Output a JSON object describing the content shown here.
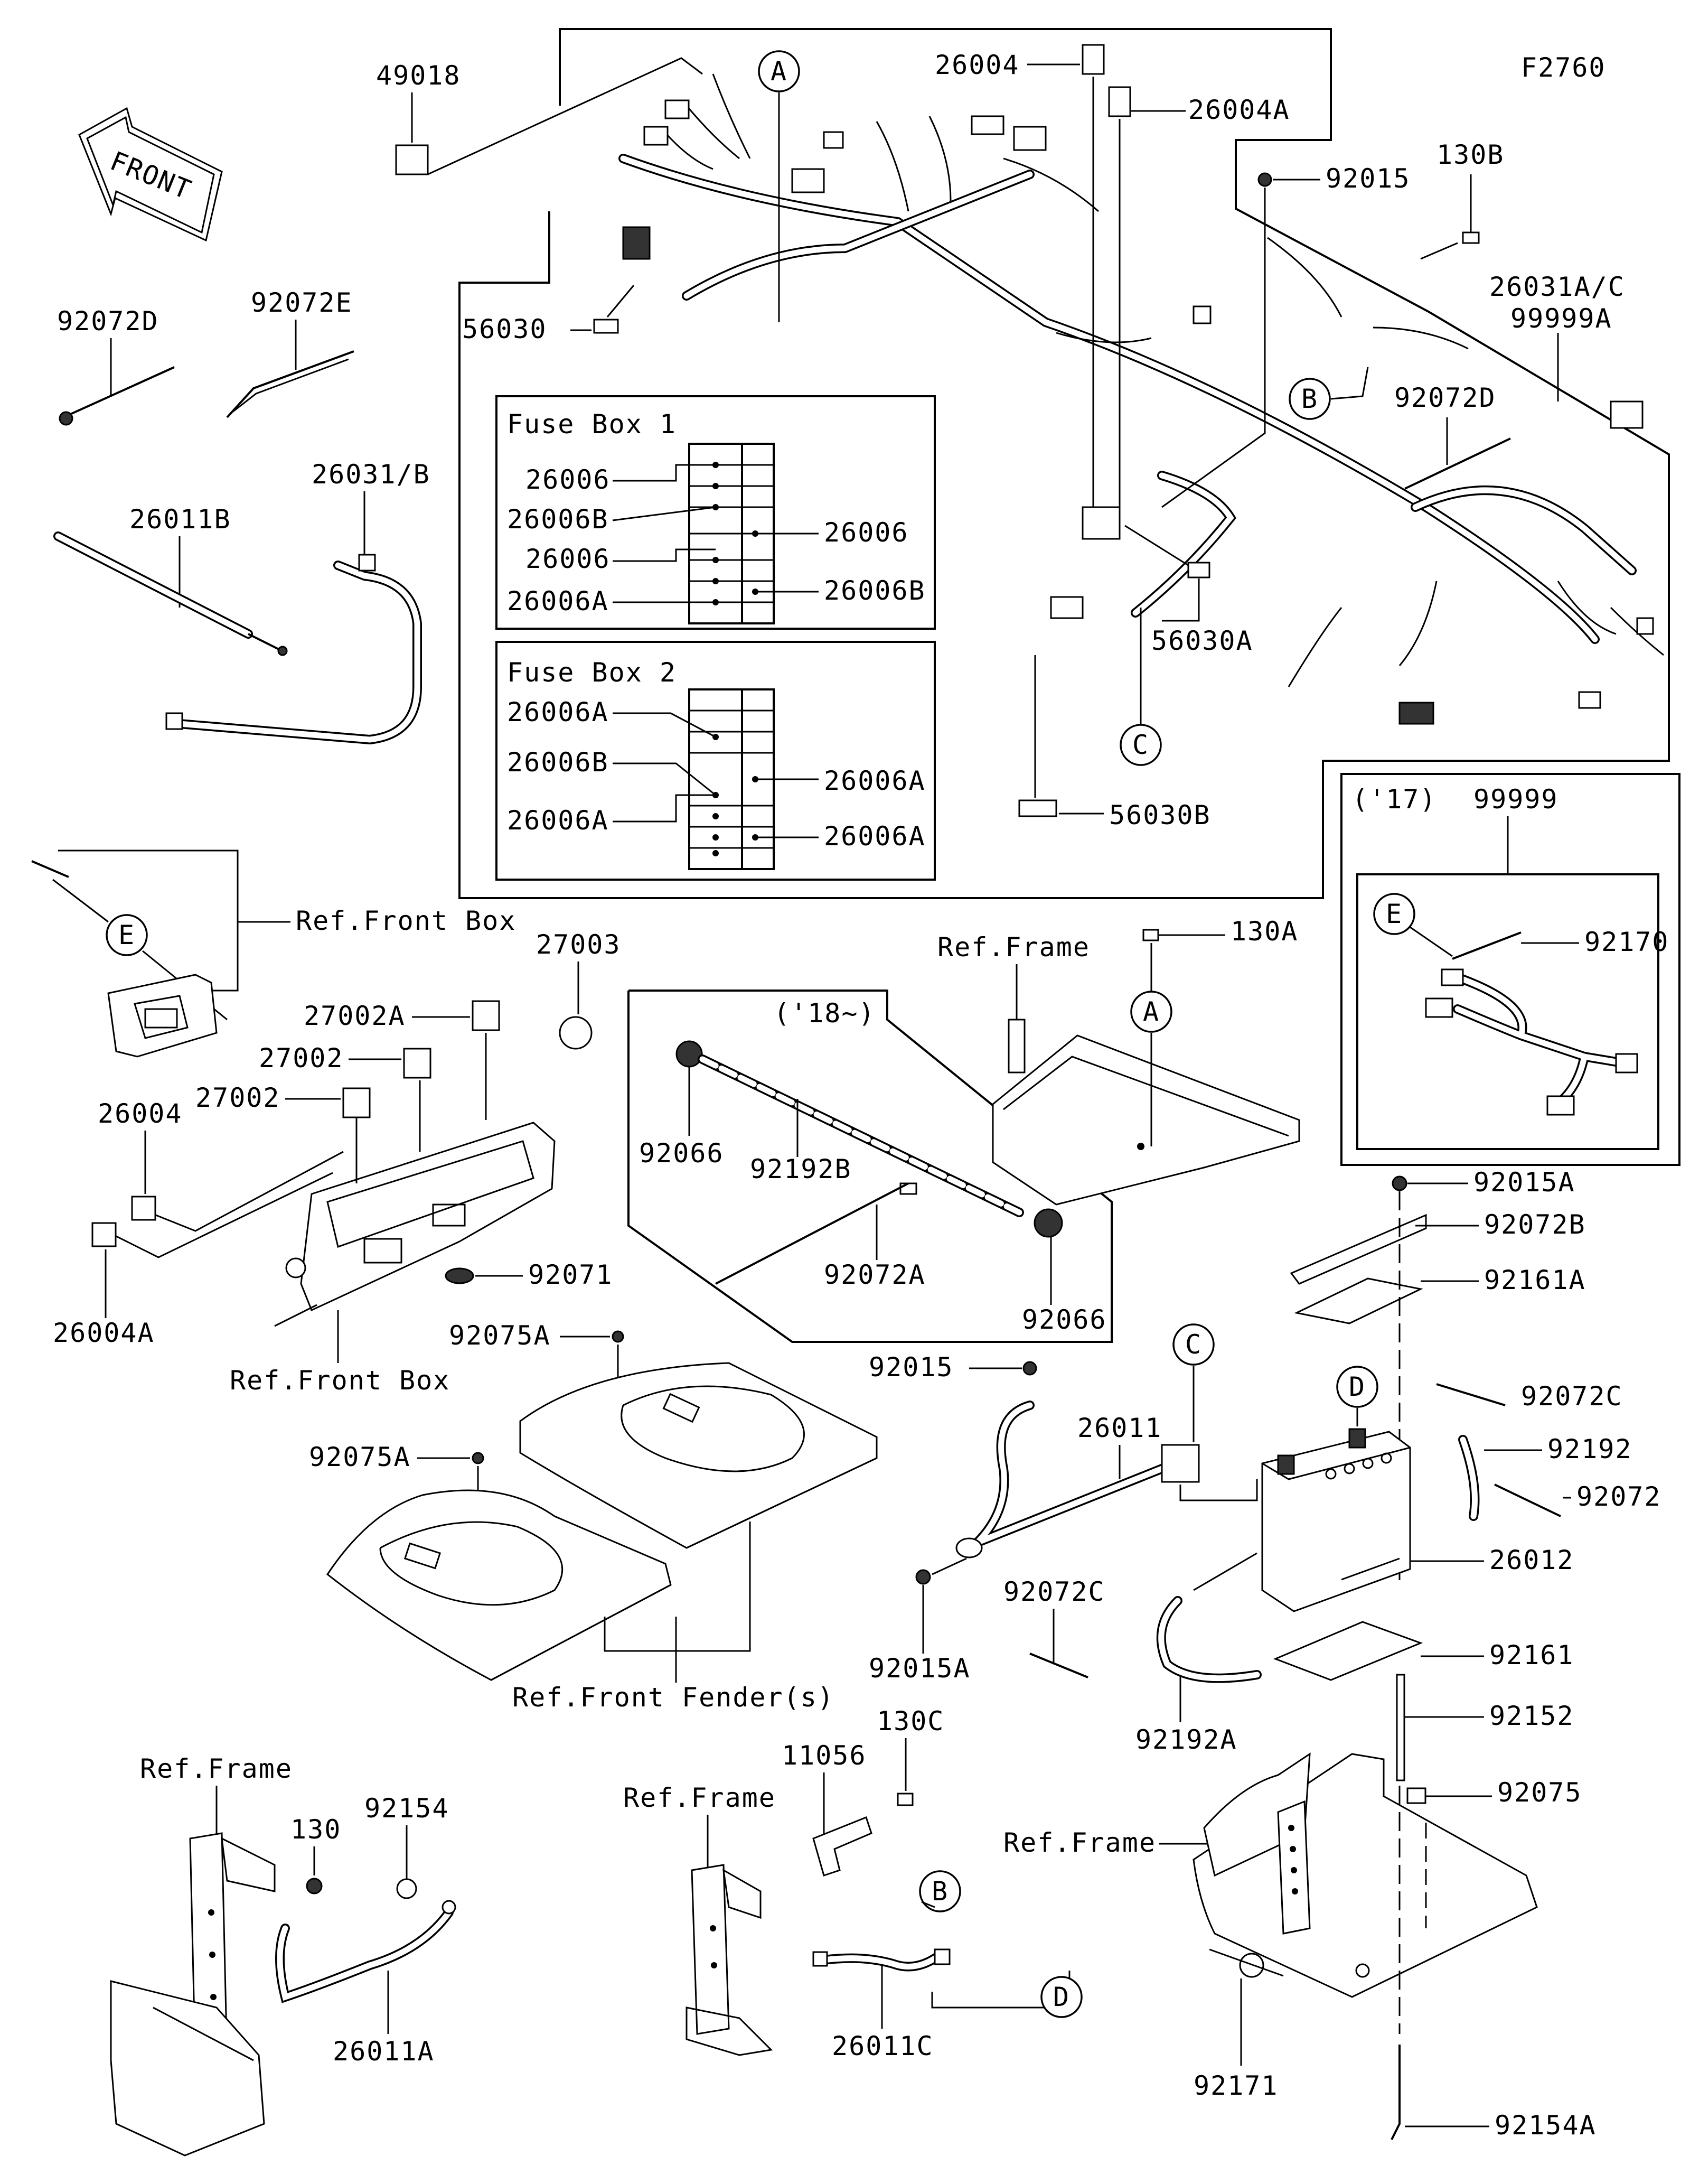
{
  "diagram_id": "F2760",
  "front_arrow": "FRONT",
  "fuse_box_1": {
    "title": "Fuse Box 1",
    "labels": [
      "26006",
      "26006B",
      "26006",
      "26006A",
      "26006",
      "26006B"
    ]
  },
  "fuse_box_2": {
    "title": "Fuse Box 2",
    "labels": [
      "26006A",
      "26006B",
      "26006A",
      "26006A",
      "26006A"
    ]
  },
  "inset_17": {
    "title": "('17)",
    "kit": "99999",
    "part": "92170",
    "ref": "E"
  },
  "inset_18": {
    "title": "('18~)"
  },
  "callouts": [
    "A",
    "B",
    "C",
    "D",
    "E"
  ],
  "parts": {
    "p49018": "49018",
    "p26004_top": "26004",
    "p26004A_top": "26004A",
    "p92015": "92015",
    "p130B": "130B",
    "p26031AC": "26031A/C",
    "p99999A": "99999A",
    "p92072D_left": "92072D",
    "p92072E": "92072E",
    "p56030": "56030",
    "p26031B": "26031/B",
    "p26011B": "26011B",
    "p92072D_right": "92072D",
    "p56030A": "56030A",
    "p56030B": "56030B",
    "ref_front_box_1": "Ref.Front Box",
    "p27003": "27003",
    "p27002A": "27002A",
    "p27002_a": "27002",
    "p27002_b": "27002",
    "p26004_mid": "26004",
    "p26004A_mid": "26004A",
    "ref_front_box_2": "Ref.Front Box",
    "p92071": "92071",
    "p92066_a": "92066",
    "p92192B": "92192B",
    "p92072A": "92072A",
    "p92066_b": "92066",
    "ref_frame_top": "Ref.Frame",
    "p130A": "130A",
    "p92075A_a": "92075A",
    "p92075A_b": "92075A",
    "ref_front_fenders": "Ref.Front Fender(s)",
    "p92015A_top": "92015A",
    "p92072B": "92072B",
    "p92161A": "92161A",
    "p92015_mid": "92015",
    "p26011": "26011",
    "p92072C_right": "92072C",
    "p92192": "92192",
    "p92072": "92072",
    "p26012": "26012",
    "p92015A_mid": "92015A",
    "p92072C_mid": "92072C",
    "p92161": "92161",
    "p92192A": "92192A",
    "p92152": "92152",
    "p92075": "92075",
    "ref_frame_bl": "Ref.Frame",
    "p130": "130",
    "p92154": "92154",
    "p26011A": "26011A",
    "ref_frame_bc": "Ref.Frame",
    "p11056": "11056",
    "p130C": "130C",
    "p26011C": "26011C",
    "ref_frame_br": "Ref.Frame",
    "p92171": "92171",
    "p92154A": "92154A"
  }
}
